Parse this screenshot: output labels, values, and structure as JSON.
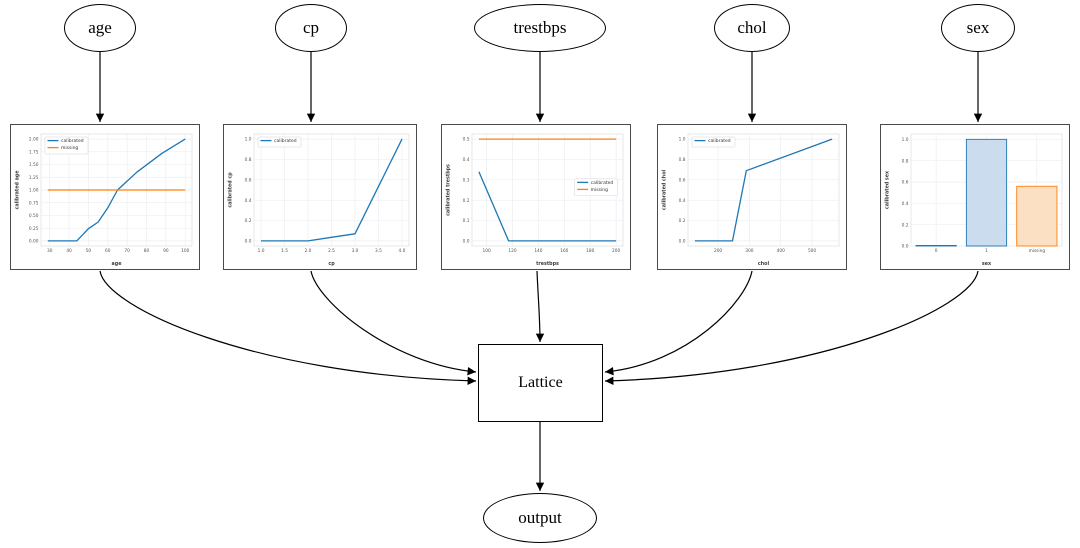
{
  "diagram": {
    "input_nodes": [
      {
        "id": "age",
        "label": "age"
      },
      {
        "id": "cp",
        "label": "cp"
      },
      {
        "id": "trestbps",
        "label": "trestbps"
      },
      {
        "id": "chol",
        "label": "chol"
      },
      {
        "id": "sex",
        "label": "sex"
      }
    ],
    "lattice_node": {
      "label": "Lattice"
    },
    "output_node": {
      "label": "output"
    }
  },
  "colors": {
    "calibrated": "#1f77b4",
    "missing": "#ff7f0e",
    "calibrated_bar_fill": "#cadcee",
    "missing_bar_fill": "#fce0c3",
    "edge": "#000000",
    "grid": "#ebeef3",
    "plot_border": "#d9dde2",
    "tick_text": "#555555",
    "axis_label_text": "#3d3d3d",
    "legend_text": "#333333"
  },
  "chart_data": [
    {
      "type": "line",
      "title": "",
      "xlabel": "age",
      "ylabel": "calibrated age",
      "xlim": [
        25.5,
        103.5
      ],
      "ylim": [
        -0.1,
        2.1
      ],
      "xticks": [
        30,
        40,
        50,
        60,
        70,
        80,
        90,
        100
      ],
      "xtick_labels": [
        "30",
        "40",
        "50",
        "60",
        "70",
        "80",
        "90",
        "100"
      ],
      "yticks": [
        0.0,
        0.25,
        0.5,
        0.75,
        1.0,
        1.25,
        1.5,
        1.75,
        2.0
      ],
      "ytick_labels": [
        "0.00",
        "0.25",
        "0.50",
        "0.75",
        "1.00",
        "1.25",
        "1.50",
        "1.75",
        "2.00"
      ],
      "grid": true,
      "legend": {
        "show": true,
        "position": "top-left"
      },
      "series": [
        {
          "name": "calibrated",
          "color": "#1f77b4",
          "points": [
            [
              29,
              0
            ],
            [
              44,
              0
            ],
            [
              50,
              0.24
            ],
            [
              55,
              0.37
            ],
            [
              60,
              0.65
            ],
            [
              65,
              1.0
            ],
            [
              75,
              1.35
            ],
            [
              88,
              1.72
            ],
            [
              100,
              2.0
            ]
          ]
        },
        {
          "name": "missing",
          "color": "#ff7f0e",
          "points": [
            [
              29,
              1.0
            ],
            [
              100,
              1.0
            ]
          ]
        }
      ]
    },
    {
      "type": "line",
      "title": "",
      "xlabel": "cp",
      "ylabel": "calibrated cp",
      "xlim": [
        0.85,
        4.15
      ],
      "ylim": [
        -0.05,
        1.05
      ],
      "xticks": [
        1.0,
        1.5,
        2.0,
        2.5,
        3.0,
        3.5,
        4.0
      ],
      "xtick_labels": [
        "1.0",
        "1.5",
        "2.0",
        "2.5",
        "3.0",
        "3.5",
        "4.0"
      ],
      "yticks": [
        0.0,
        0.2,
        0.4,
        0.6,
        0.8,
        1.0
      ],
      "ytick_labels": [
        "0.0",
        "0.2",
        "0.4",
        "0.6",
        "0.8",
        "1.0"
      ],
      "grid": true,
      "legend": {
        "show": true,
        "position": "top-left"
      },
      "series": [
        {
          "name": "calibrated",
          "color": "#1f77b4",
          "points": [
            [
              1,
              0
            ],
            [
              2,
              0
            ],
            [
              2.5,
              0.035
            ],
            [
              3,
              0.07
            ],
            [
              4,
              1.0
            ]
          ]
        }
      ]
    },
    {
      "type": "line",
      "title": "",
      "xlabel": "trestbps",
      "ylabel": "calibrated trestbps",
      "xlim": [
        88.7,
        205.3
      ],
      "ylim": [
        -0.025,
        0.525
      ],
      "xticks": [
        100,
        120,
        140,
        160,
        180,
        200
      ],
      "xtick_labels": [
        "100",
        "120",
        "140",
        "160",
        "180",
        "200"
      ],
      "yticks": [
        0.0,
        0.1,
        0.2,
        0.3,
        0.4,
        0.5
      ],
      "ytick_labels": [
        "0.0",
        "0.1",
        "0.2",
        "0.3",
        "0.4",
        "0.5"
      ],
      "grid": true,
      "legend": {
        "show": true,
        "position": "right-center"
      },
      "series": [
        {
          "name": "calibrated",
          "color": "#1f77b4",
          "points": [
            [
              94,
              0.34
            ],
            [
              117,
              0
            ],
            [
              200,
              0
            ]
          ]
        },
        {
          "name": "missing",
          "color": "#ff7f0e",
          "points": [
            [
              94,
              0.5
            ],
            [
              200,
              0.5
            ]
          ]
        }
      ]
    },
    {
      "type": "line",
      "title": "",
      "xlabel": "chol",
      "ylabel": "calibrated chol",
      "xlim": [
        104,
        586
      ],
      "ylim": [
        -0.05,
        1.05
      ],
      "xticks": [
        200,
        300,
        400,
        500
      ],
      "xtick_labels": [
        "200",
        "300",
        "400",
        "500"
      ],
      "yticks": [
        0.0,
        0.2,
        0.4,
        0.6,
        0.8,
        1.0
      ],
      "ytick_labels": [
        "0.0",
        "0.2",
        "0.4",
        "0.6",
        "0.8",
        "1.0"
      ],
      "grid": true,
      "legend": {
        "show": true,
        "position": "top-left"
      },
      "series": [
        {
          "name": "calibrated",
          "color": "#1f77b4",
          "points": [
            [
              126,
              0
            ],
            [
              246,
              0
            ],
            [
              290,
              0.69
            ],
            [
              564,
              1.0
            ]
          ]
        }
      ]
    },
    {
      "type": "bar",
      "title": "",
      "xlabel": "sex",
      "ylabel": "calibrated sex",
      "categories": [
        "0",
        "1",
        "missing"
      ],
      "values": [
        0.005,
        1.0,
        0.56
      ],
      "bar_styles": [
        {
          "fill": "#cadcee",
          "edge": "#1f77b4"
        },
        {
          "fill": "#cadcee",
          "edge": "#1f77b4"
        },
        {
          "fill": "#fce0c3",
          "edge": "#ff7f0e"
        }
      ],
      "xlim": [
        -0.5,
        2.5
      ],
      "ylim": [
        0,
        1.05
      ],
      "yticks": [
        0.0,
        0.2,
        0.4,
        0.6,
        0.8,
        1.0
      ],
      "ytick_labels": [
        "0.0",
        "0.2",
        "0.4",
        "0.6",
        "0.8",
        "1.0"
      ],
      "grid": true,
      "legend": {
        "show": false
      }
    }
  ]
}
